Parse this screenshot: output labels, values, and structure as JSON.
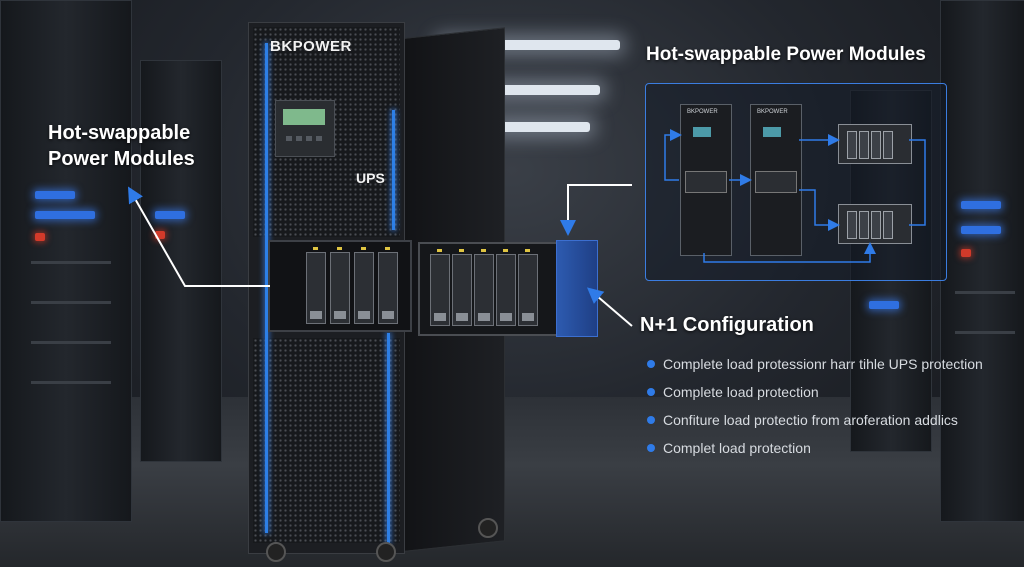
{
  "cabinet": {
    "brand": "BKPOWER",
    "label": "UPS"
  },
  "callouts": {
    "left_heading_line1": "Hot-swappable",
    "left_heading_line2": "Power Modules",
    "right_heading": "Hot-swappable Power Modules",
    "config_heading": "N+1 Configuration"
  },
  "diagram": {
    "cabinet_label": "BKPOWER"
  },
  "bullets": [
    "Complete load protessionr harr tihle UPS protection",
    "Complete load protection",
    "Confiture load protectio  from aroferation addlics",
    "Complet load protection"
  ],
  "colors": {
    "accent": "#2f7be8",
    "stripe": "#2d7fe6",
    "text": "#ffffff"
  },
  "icons": [
    "arrow-icon",
    "bullet-dot-icon"
  ]
}
